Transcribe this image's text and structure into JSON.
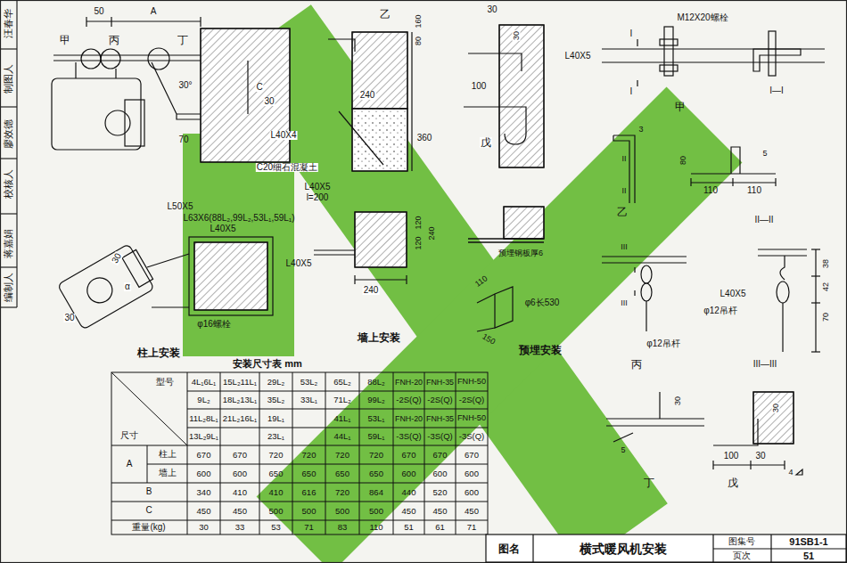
{
  "diagram": {
    "title": "横式暖风机安装",
    "labels": [
      "编制人",
      "蒋嘉娟",
      "校核人",
      "廖效德",
      "制图人",
      "汪春华",
      "50",
      "A",
      "甲",
      "丙",
      "丁",
      "30°",
      "C",
      "30",
      "70",
      "L40X4",
      "C20细石混凝土",
      "L50X5",
      "L63X6(88L₂,99L₂,53L₁,59L₁)",
      "L40X5",
      "30",
      "α",
      "30",
      "φ16螺栓",
      "柱上安装",
      "乙",
      "160",
      "80",
      "240",
      "360",
      "L40X5",
      "l=200",
      "120",
      "120",
      "240",
      "L40X5",
      "240",
      "墙上安装",
      "30",
      "30",
      "100",
      "戊",
      "预埋钢板厚6",
      "110",
      "φ6长530",
      "150",
      "预埋安装",
      "M12X20螺栓",
      "I",
      "L40X5",
      "I",
      "甲",
      "I—I",
      "3",
      "80",
      "5",
      "II",
      "II",
      "110",
      "110",
      "乙",
      "II—II",
      "III",
      "38",
      "42",
      "L40X5",
      "III",
      "φ12吊杆",
      "70",
      "φ12吊杆",
      "丙",
      "III—III",
      "30",
      "30",
      "100",
      "30",
      "5",
      "4",
      "丁",
      "戊",
      "安装尺寸表 mm",
      "型号",
      "4L₁6L₁",
      "15L₂11L₁",
      "29L₂",
      "53L₂",
      "65L₂",
      "88L₂",
      "FNH-20",
      "FNH-35",
      "FNH-50",
      "9L₂",
      "18L₂13L₁",
      "35L₂",
      "33L₁",
      "71L₂",
      "99L₂",
      "-2S(Q)",
      "-2S(Q)",
      "-2S(Q)",
      "11L₂8L₁",
      "21L₂16L₁",
      "19L₁",
      "41L₁",
      "53L₁",
      "FNH-20",
      "FNH-35",
      "FNH-50",
      "尺寸",
      "13L₂9L₁",
      "23L₁",
      "44L₁",
      "59L₁",
      "-3S(Q)",
      "-3S(Q)",
      "-3S(Q)",
      "A",
      "柱上",
      "670",
      "670",
      "720",
      "720",
      "720",
      "720",
      "670",
      "670",
      "670",
      "墙上",
      "600",
      "600",
      "650",
      "650",
      "650",
      "650",
      "600",
      "600",
      "600",
      "B",
      "340",
      "410",
      "410",
      "616",
      "720",
      "864",
      "440",
      "520",
      "600",
      "C",
      "450",
      "450",
      "500",
      "500",
      "500",
      "500",
      "450",
      "450",
      "450",
      "重量(kg)",
      "30",
      "33",
      "53",
      "71",
      "83",
      "110",
      "51",
      "61",
      "71",
      "图名",
      "图集号",
      "91SB1-1",
      "页次",
      "51"
    ]
  }
}
